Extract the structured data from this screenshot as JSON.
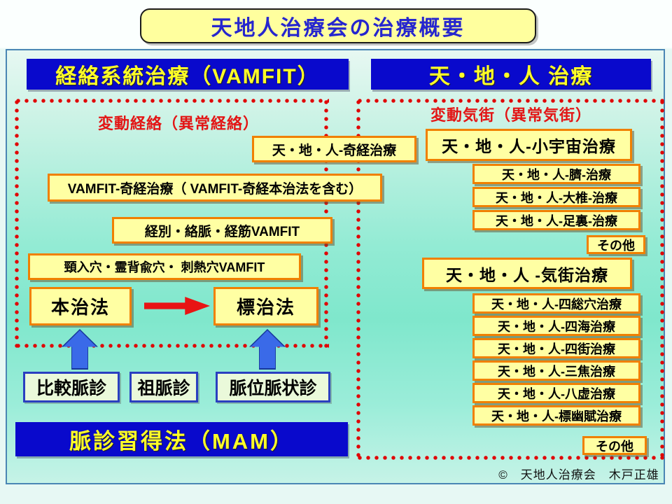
{
  "title": "天地人治療会の治療概要",
  "left_panel": {
    "header": "経絡系統治療（VAMFIT）",
    "section_label": "変動経絡（異常経絡）",
    "boxes": [
      "天・地・人-奇経治療",
      "VAMFIT-奇経治療（ VAMFIT-奇経本治法を含む）",
      "経別・絡脈・経筋VAMFIT",
      "頸入穴・霊背兪穴・ 刺熱穴VAMFIT"
    ],
    "root_treatment": "本治法",
    "branch_treatment": "標治法",
    "pulse_boxes": [
      "比較脈診",
      "祖脈診",
      "脈位脈状診"
    ],
    "mam": "脈診習得法（MAM）"
  },
  "right_panel": {
    "header": "天・地・人 治療",
    "section_label": "変動気街（異常気街）",
    "main_box_1": "天・地・人-小宇宙治療",
    "group1": [
      "天・地・人-臍-治療",
      "天・地・人-大椎-治療",
      "天・地・人-足裏-治療"
    ],
    "other_1": "その他",
    "main_box_2": "天・地・人 -気街治療",
    "group2": [
      "天・地・人-四総穴治療",
      "天・地・人-四海治療",
      "天・地・人-四街治療",
      "天・地・人-三焦治療",
      "天・地・人-八虚治療",
      "天・地・人-標幽賦治療"
    ],
    "other_2": "その他"
  },
  "footer": {
    "copyright": "©　天地人治療会　木戸正雄"
  },
  "colors": {
    "header_bg": "#0909CC",
    "header_text": "#FFFF28",
    "title_text": "#2626CE",
    "title_bg": "#FFFF9E",
    "yellow_box_fill": "#FFFFA3",
    "yellow_box_border": "#F08000",
    "dotted_border": "#E00000",
    "section_label_text": "#E31515",
    "red_arrow": "#E81414",
    "blue_arrow": "#3A6AE8",
    "pulse_box_fill": "#EAF9DA",
    "pulse_box_border": "#2A3FC0",
    "background_top": "#E7F8F2",
    "background_mid": "#7FE7CC"
  }
}
